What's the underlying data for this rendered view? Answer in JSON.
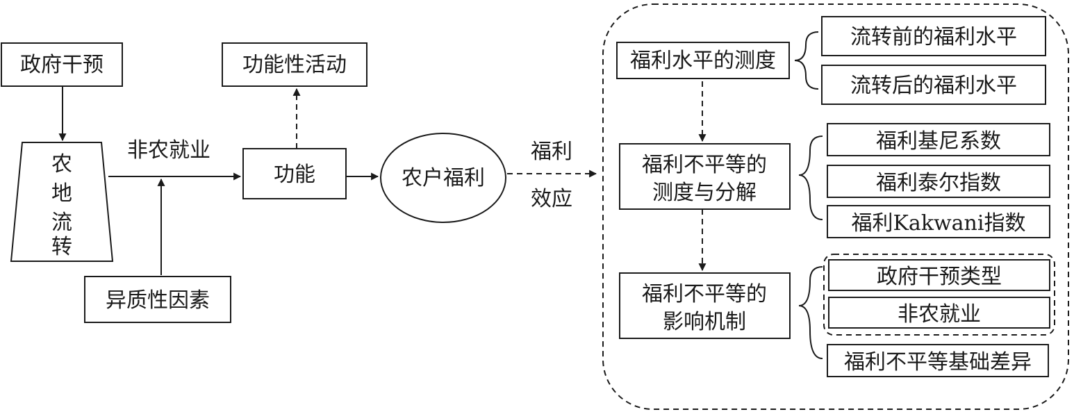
{
  "nodes": {
    "gov_intervention": "政府干预",
    "functional_activity": "功能性活动",
    "land_transfer": [
      "农",
      "地",
      "流",
      "转"
    ],
    "nonfarm_label": "非农就业",
    "function": "功能",
    "farmer_welfare": "农户福利",
    "heterogeneity": "异质性因素",
    "welfare_effect": [
      "福利",
      "效应"
    ]
  },
  "panel": {
    "measure": "福利水平的测度",
    "measure_items": [
      "流转前的福利水平",
      "流转后的福利水平"
    ],
    "decompose": [
      "福利不平等的",
      "测度与分解"
    ],
    "decompose_items": [
      "福利基尼系数",
      "福利泰尔指数",
      "福利Kakwani指数"
    ],
    "mechanism": [
      "福利不平等的",
      "影响机制"
    ],
    "mechanism_grouped_items": [
      "政府干预类型",
      "非农就业"
    ],
    "mechanism_extra_item": "福利不平等基础差异"
  },
  "colors": {
    "stroke": "#1a1a1a",
    "background": "#ffffff"
  }
}
